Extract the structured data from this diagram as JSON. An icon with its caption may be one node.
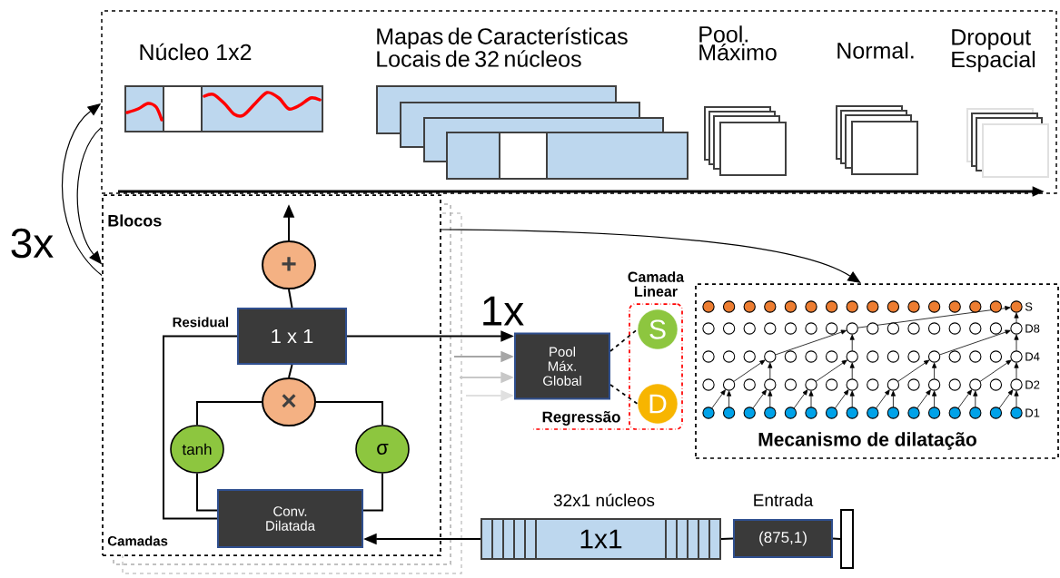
{
  "diagram": {
    "nodes": [
      {
        "text": [],
        "shape": "box"
      },
      {
        "text": [
          "Núcleo 1x2"
        ],
        "in": 0
      },
      {
        "text": [
          "Mapas de Características Locais de 32 núcleos"
        ],
        "in": 0
      },
      {
        "text": [
          "Pool. Máximo"
        ],
        "in": 0
      },
      {
        "text": [
          "Normal."
        ],
        "in": 0
      },
      {
        "text": [
          "Dropout Espacial"
        ],
        "in": 0
      },
      {
        "text": [
          "Blocos",
          "Camadas"
        ]
      },
      {
        "text": [
          "+"
        ],
        "in": 6
      },
      {
        "text": [
          "1 x 1"
        ],
        "in": 6
      },
      {
        "text": [
          "×"
        ],
        "in": 6
      },
      {
        "text": [
          "tanh"
        ],
        "in": 6
      },
      {
        "text": [
          "σ"
        ],
        "in": 6
      },
      {
        "text": [
          "Conv. Dilatada"
        ],
        "in": 6
      },
      {
        "text": [
          "Pool Máx. Global"
        ]
      },
      {
        "text": [
          "Camada Linear"
        ]
      },
      {
        "text": [
          "S"
        ],
        "in": 14
      },
      {
        "text": [
          "D"
        ],
        "in": 14
      },
      {
        "text": [
          "Mecanismo de dilatação"
        ]
      },
      {
        "text": [
          "32x1 núcleos",
          "1x1"
        ]
      },
      {
        "text": [
          "Entrada",
          "(875,1)"
        ]
      },
      {
        "text": [],
        "shape": "box"
      }
    ],
    "edges": [
      {
        "from": 6,
        "to": 0,
        "arrow": "to"
      },
      {
        "from": 0,
        "to": 6,
        "arrow": "to"
      },
      {
        "from": 7,
        "to": null,
        "arrow": "to"
      },
      {
        "from": 8,
        "to": 7,
        "arrow": "none"
      },
      {
        "from": 9,
        "to": 8,
        "arrow": "none"
      },
      {
        "from": 10,
        "to": 9,
        "arrow": "none"
      },
      {
        "from": 11,
        "to": 9,
        "arrow": "none"
      },
      {
        "from": 12,
        "to": 10,
        "arrow": "none"
      },
      {
        "from": 12,
        "to": 11,
        "arrow": "none"
      },
      {
        "from": 12,
        "to": 8,
        "arrow": "none",
        "label": "Residual"
      },
      {
        "from": 8,
        "to": 13,
        "arrow": "to",
        "label": "1x"
      },
      {
        "from": null,
        "to": 13,
        "arrow": "to",
        "color": "#a6a6a6"
      },
      {
        "from": null,
        "to": 13,
        "arrow": "to",
        "color": "#c8c8c8"
      },
      {
        "from": null,
        "to": 13,
        "arrow": "to",
        "color": "#e0e0e0"
      },
      {
        "from": 13,
        "to": 15,
        "arrow": "none",
        "style": "dashed"
      },
      {
        "from": 13,
        "to": 16,
        "arrow": "none",
        "style": "dashed"
      },
      {
        "from": 6,
        "to": 17,
        "arrow": "to"
      },
      {
        "from": 18,
        "to": 12,
        "arrow": "to"
      },
      {
        "from": 19,
        "to": 18,
        "arrow": "none"
      },
      {
        "from": 20,
        "to": 19,
        "arrow": "none"
      }
    ],
    "labels": [
      "3x",
      "Regressão",
      "S",
      "D8",
      "D4",
      "D2",
      "D1"
    ]
  }
}
